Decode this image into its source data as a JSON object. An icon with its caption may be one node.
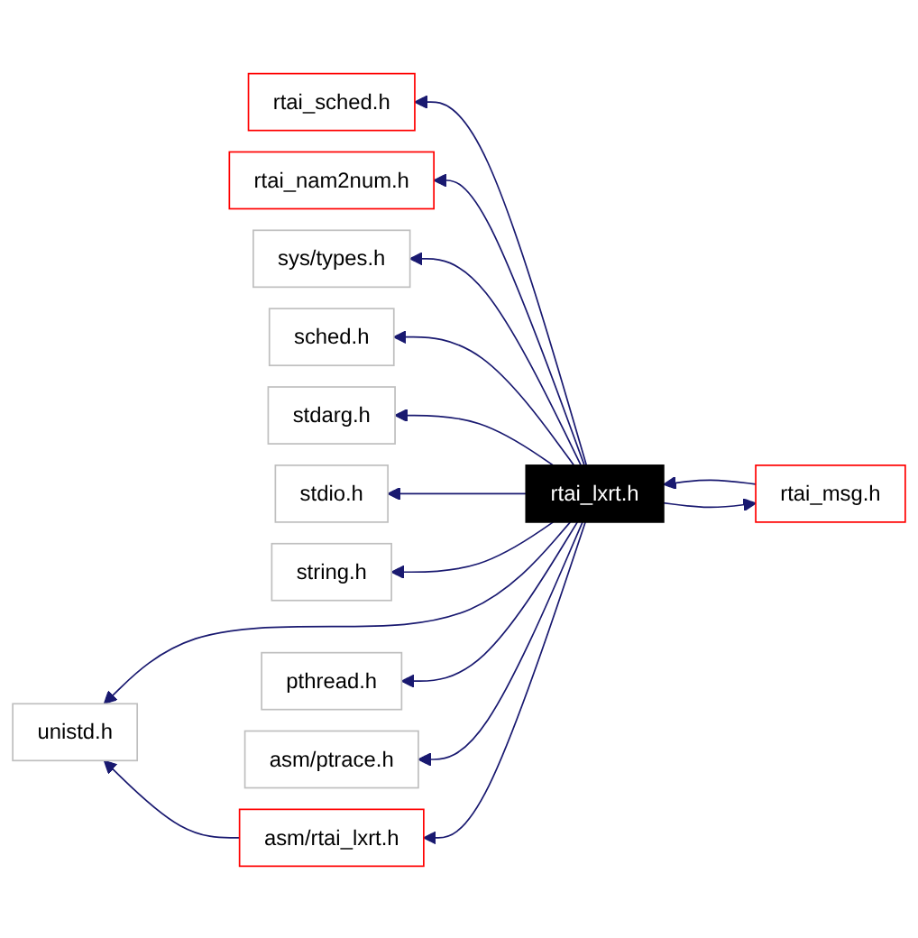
{
  "diagram": {
    "nodes": [
      {
        "text": [
          "rtai_sched.h"
        ]
      },
      {
        "text": [
          "rtai_nam2num.h"
        ]
      },
      {
        "text": [
          "sys/types.h"
        ]
      },
      {
        "text": [
          "sched.h"
        ]
      },
      {
        "text": [
          "stdarg.h"
        ]
      },
      {
        "text": [
          "stdio.h"
        ]
      },
      {
        "text": [
          "rtai_lxrt.h"
        ]
      },
      {
        "text": [
          "rtai_msg.h"
        ]
      },
      {
        "text": [
          "string.h"
        ]
      },
      {
        "text": [
          "unistd.h"
        ]
      },
      {
        "text": [
          "asm/rtai_lxrt.h"
        ]
      },
      {
        "text": [
          "pthread.h"
        ]
      },
      {
        "text": [
          "asm/ptrace.h"
        ]
      }
    ],
    "edges": [
      {
        "from": 6,
        "to": 0,
        "arrow": "to"
      },
      {
        "from": 6,
        "to": 1,
        "arrow": "to"
      },
      {
        "from": 6,
        "to": 2,
        "arrow": "to"
      },
      {
        "from": 6,
        "to": 3,
        "arrow": "to"
      },
      {
        "from": 6,
        "to": 4,
        "arrow": "to"
      },
      {
        "from": 6,
        "to": 5,
        "arrow": "to"
      },
      {
        "from": 6,
        "to": 7,
        "arrow": "to"
      },
      {
        "from": 7,
        "to": 6,
        "arrow": "to"
      },
      {
        "from": 6,
        "to": 8,
        "arrow": "to"
      },
      {
        "from": 6,
        "to": 9,
        "arrow": "to"
      },
      {
        "from": 6,
        "to": 10,
        "arrow": "to"
      },
      {
        "from": 10,
        "to": 9,
        "arrow": "to"
      },
      {
        "from": 6,
        "to": 11,
        "arrow": "to"
      },
      {
        "from": 6,
        "to": 12,
        "arrow": "to"
      }
    ]
  }
}
